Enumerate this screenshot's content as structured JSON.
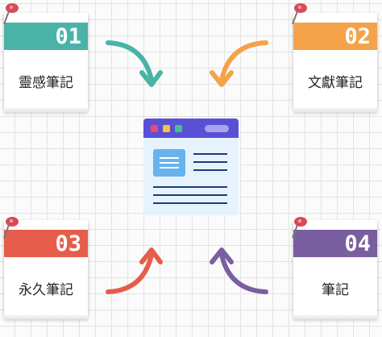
{
  "notes": [
    {
      "number": "01",
      "label": "靈感筆記",
      "color": "#4ab3a8"
    },
    {
      "number": "02",
      "label": "文獻筆記",
      "color": "#f4a34b"
    },
    {
      "number": "03",
      "label": "永久筆記",
      "color": "#e65d4c"
    },
    {
      "number": "04",
      "label": "筆記",
      "color": "#7a5fa0"
    }
  ],
  "center_icon": {
    "name": "browser-window-icon",
    "bar_color": "#5a50d6",
    "body_color": "#e6f3fd",
    "window_dots": [
      "#e64d6e",
      "#f6c439",
      "#40c28a"
    ],
    "image_color": "#68b3ec",
    "line_color": "#1f3a7a"
  },
  "arrows": [
    {
      "name": "arrow-from-note-01",
      "color": "#4ab3a8"
    },
    {
      "name": "arrow-from-note-02",
      "color": "#f4a34b"
    },
    {
      "name": "arrow-from-note-03",
      "color": "#e65d4c"
    },
    {
      "name": "arrow-from-note-04",
      "color": "#7a5fa0"
    }
  ],
  "pin_color": "#d84a58"
}
